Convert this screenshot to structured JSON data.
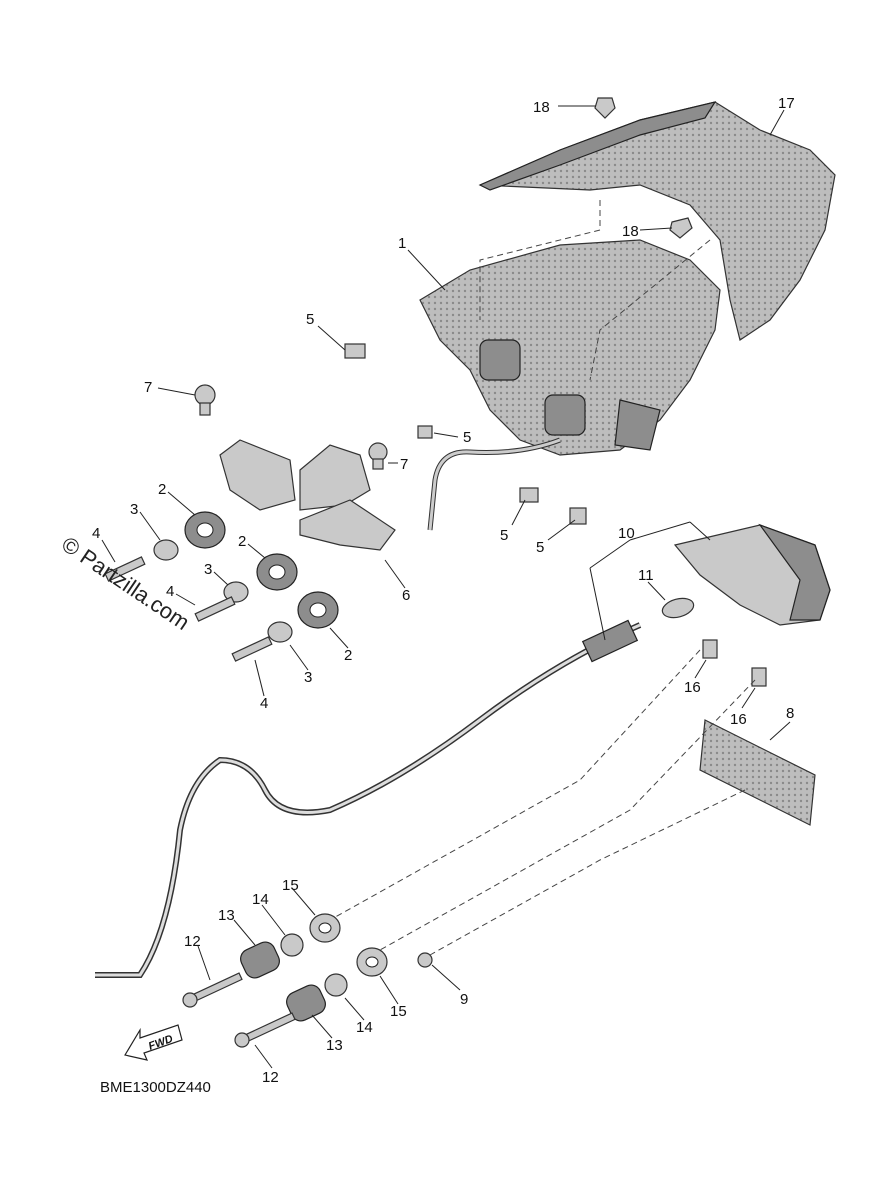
{
  "diagram": {
    "code": "BME1300DZ440",
    "watermark": "© Partzilla.com",
    "fwd_label": "FWD",
    "callouts": {
      "c1": "1",
      "c2a": "2",
      "c2b": "2",
      "c2c": "2",
      "c3a": "3",
      "c3b": "3",
      "c3c": "3",
      "c4a": "4",
      "c4b": "4",
      "c4c": "4",
      "c5a": "5",
      "c5b": "5",
      "c5c": "5",
      "c5d": "5",
      "c6": "6",
      "c7a": "7",
      "c7b": "7",
      "c8": "8",
      "c9": "9",
      "c10": "10",
      "c11": "11",
      "c12a": "12",
      "c12b": "12",
      "c13a": "13",
      "c13b": "13",
      "c14a": "14",
      "c14b": "14",
      "c15a": "15",
      "c15b": "15",
      "c16a": "16",
      "c16b": "16",
      "c17": "17",
      "c18a": "18",
      "c18b": "18"
    }
  }
}
